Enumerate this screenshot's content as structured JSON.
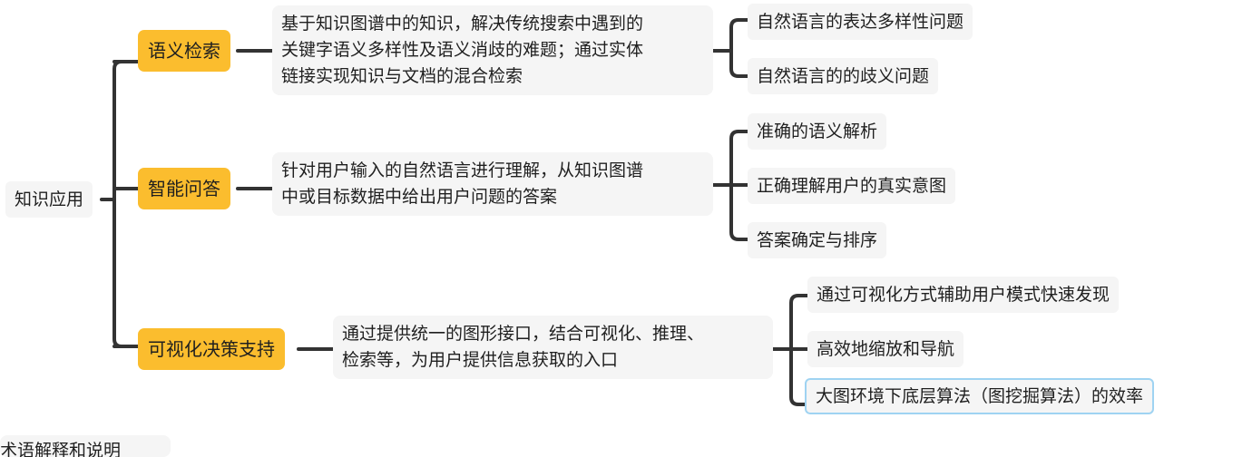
{
  "root": {
    "label": "知识应用"
  },
  "branches": [
    {
      "label": "语义检索",
      "desc": [
        "基于知识图谱中的知识，解决传统搜索中遇到的",
        "关键字语义多样性及语义消歧的难题；通过实体",
        "链接实现知识与文档的混合检索"
      ],
      "leaves": [
        "自然语言的表达多样性问题",
        "自然语言的的歧义问题"
      ]
    },
    {
      "label": "智能问答",
      "desc": [
        "针对用户输入的自然语言进行理解，从知识图谱",
        "中或目标数据中给出用户问题的答案"
      ],
      "leaves": [
        "准确的语义解析",
        "正确理解用户的真实意图",
        "答案确定与排序"
      ]
    },
    {
      "label": "可视化决策支持",
      "desc": [
        "通过提供统一的图形接口，结合可视化、推理、",
        "检索等，为用户提供信息获取的入口"
      ],
      "leaves": [
        "通过可视化方式辅助用户模式快速发现",
        "高效地缩放和导航",
        "大图环境下底层算法（图挖掘算法）的效率"
      ]
    }
  ],
  "footer_fragment": "术语解释和说明"
}
